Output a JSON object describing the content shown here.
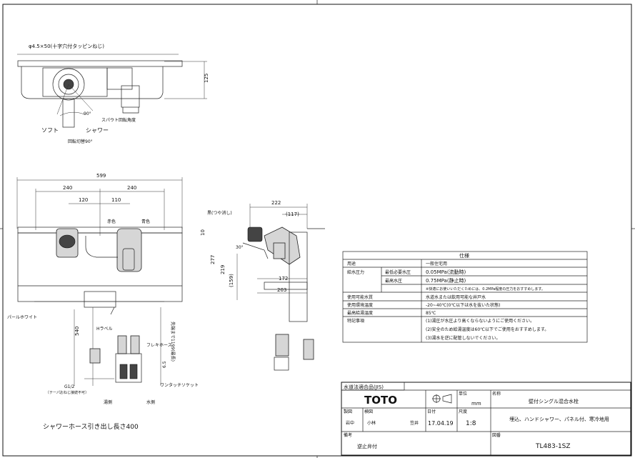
{
  "top_view": {
    "screw_note": "φ4.5×50(十字穴付タッピンねじ)",
    "dim_height": "125",
    "angle_note": "90°",
    "spout_note": "スパウト回転角度",
    "soft_label": "ソフト",
    "shower_label": "シャワー",
    "switch_note": "回転切替90°"
  },
  "front_view": {
    "dim_total": "599",
    "dim_240_left": "240",
    "dim_240_right": "240",
    "dim_120": "120",
    "dim_110": "110",
    "label_red": "赤色",
    "label_blue": "青色",
    "dim_10": "10",
    "dim_277": "277",
    "dim_219": "219",
    "pearl_white": "パールホワイト",
    "dim_540": "540",
    "lever_note": "先端まで1199(最長)",
    "h_label": "Hラベル",
    "flex_hose": "フレキホース",
    "dim_65": "6.5",
    "g_thread": "G1/2",
    "g_thread_note": "〔テーパおねじ接続不可〕",
    "one_touch": "ワンタッチソケット",
    "hot_side": "湯側",
    "water_side": "水側",
    "hose_note": "シャワーホース引き出し長さ400"
  },
  "side_view": {
    "dim_222": "222",
    "dim_117": "(117)",
    "gloss_note": "黒(つや消し)",
    "dim_30": "30°",
    "dim_159": "(159)",
    "dim_172": "172",
    "dim_203": "203"
  },
  "spec": {
    "title": "仕様",
    "rows": [
      {
        "k1": "用途",
        "k2": "",
        "v": "一般住宅用"
      },
      {
        "k1": "給水圧力",
        "k2": "最低必要水圧",
        "v": "0.05MPa(流動時)"
      },
      {
        "k1": "",
        "k2": "最高水圧",
        "v": "0.75MPa(静止時)"
      },
      {
        "k1": "",
        "k2": "",
        "v": "※快適にお使いいただくためには、0.2MPa程度の圧力をおすすめします。"
      },
      {
        "k1": "使用可能水質",
        "k2": "",
        "v": "水道水または飲用可能な井戸水"
      },
      {
        "k1": "使用環境温度",
        "k2": "",
        "v": "-20~40℃(0℃以下は水を抜いた状態)"
      },
      {
        "k1": "最高給湯温度",
        "k2": "",
        "v": "85℃"
      },
      {
        "k1": "特記事項",
        "k2": "",
        "v": "(1)湯圧が水圧より高くならないようにご使用ください。"
      },
      {
        "k1": "",
        "k2": "",
        "v": "(2)安全のため給湯温度は60℃以下でご使用をおすすめします。"
      },
      {
        "k1": "",
        "k2": "",
        "v": "(3)湯水を逆に配管しないでください。"
      }
    ]
  },
  "title_block": {
    "jis": "水道法適合品(JIS)",
    "brand": "TOTO",
    "unit_label": "単位",
    "unit": "mm",
    "name_label": "名称",
    "product_name": "壁付シングル混合水栓",
    "made_label": "製図",
    "check_label": "検図",
    "made_name": "岩中",
    "check_name1": "小林",
    "check_name2": "笠井",
    "date_label": "日付",
    "date": "17.04.19",
    "scale_label": "尺度",
    "scale": "1:8",
    "description": "埋込、ハンドシャワー、パネル付、寒冷地用",
    "note_label": "備考",
    "note": "逆止弁付",
    "drawing_label": "図番",
    "drawing_no": "TL483-1SZ"
  }
}
